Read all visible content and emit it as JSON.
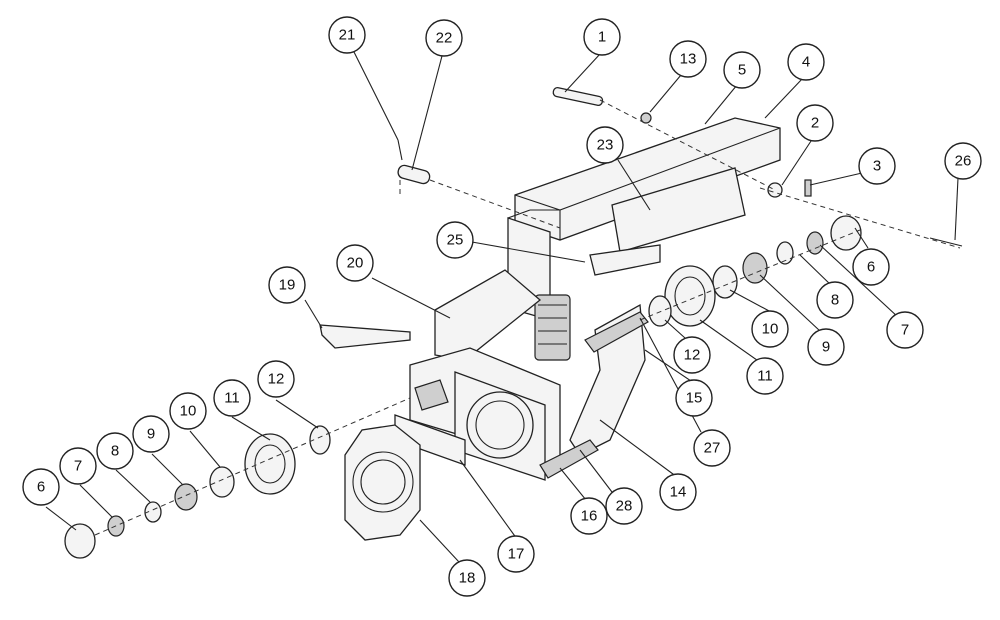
{
  "diagram": {
    "colors": {
      "ink": "#222222",
      "paper": "#ffffff",
      "shade": "#cfcfcf"
    },
    "callouts": [
      {
        "id": "c21",
        "label": "21"
      },
      {
        "id": "c22",
        "label": "22"
      },
      {
        "id": "c1",
        "label": "1"
      },
      {
        "id": "c13",
        "label": "13"
      },
      {
        "id": "c5",
        "label": "5"
      },
      {
        "id": "c4",
        "label": "4"
      },
      {
        "id": "c2",
        "label": "2"
      },
      {
        "id": "c3",
        "label": "3"
      },
      {
        "id": "c26",
        "label": "26"
      },
      {
        "id": "c23",
        "label": "23"
      },
      {
        "id": "c25",
        "label": "25"
      },
      {
        "id": "c20",
        "label": "20"
      },
      {
        "id": "c19",
        "label": "19"
      },
      {
        "id": "c6r",
        "label": "6"
      },
      {
        "id": "c8r",
        "label": "8"
      },
      {
        "id": "c7r",
        "label": "7"
      },
      {
        "id": "c9r",
        "label": "9"
      },
      {
        "id": "c10r",
        "label": "10"
      },
      {
        "id": "c11r",
        "label": "11"
      },
      {
        "id": "c12r",
        "label": "12"
      },
      {
        "id": "c15",
        "label": "15"
      },
      {
        "id": "c27",
        "label": "27"
      },
      {
        "id": "c14",
        "label": "14"
      },
      {
        "id": "c28",
        "label": "28"
      },
      {
        "id": "c16",
        "label": "16"
      },
      {
        "id": "c17",
        "label": "17"
      },
      {
        "id": "c18",
        "label": "18"
      },
      {
        "id": "c12l",
        "label": "12"
      },
      {
        "id": "c11l",
        "label": "11"
      },
      {
        "id": "c10l",
        "label": "10"
      },
      {
        "id": "c9l",
        "label": "9"
      },
      {
        "id": "c8l",
        "label": "8"
      },
      {
        "id": "c7l",
        "label": "7"
      },
      {
        "id": "c6l",
        "label": "6"
      }
    ]
  }
}
